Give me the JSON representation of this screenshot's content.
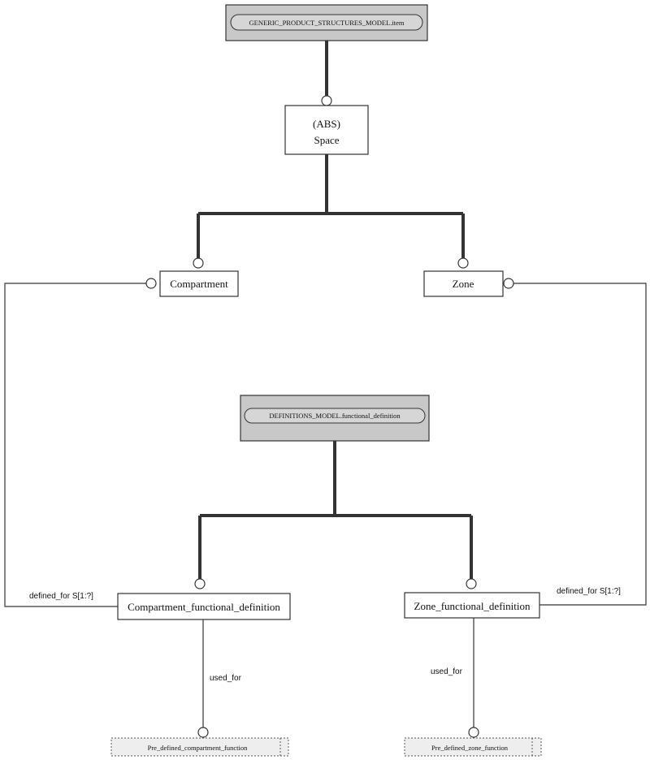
{
  "diagram": {
    "nodes": {
      "gps_item": {
        "label": "GENERIC_PRODUCT_STRUCTURES_MODEL.item"
      },
      "space": {
        "line1": "(ABS)",
        "line2": "Space"
      },
      "compartment": {
        "label": "Compartment"
      },
      "zone": {
        "label": "Zone"
      },
      "def_functional": {
        "label": "DEFINITIONS_MODEL.functional_definition"
      },
      "compartment_fd": {
        "label": "Compartment_functional_definition"
      },
      "zone_fd": {
        "label": "Zone_functional_definition"
      },
      "pre_comp": {
        "label": "Pre_defined_compartment_function"
      },
      "pre_zone": {
        "label": "Pre_defined_zone_function"
      }
    },
    "edges": {
      "comp_defined_for": {
        "label": "defined_for  S[1:?]"
      },
      "zone_defined_for": {
        "label": "defined_for  S[1:?]"
      },
      "comp_used_for": {
        "label": "used_for"
      },
      "zone_used_for": {
        "label": "used_for"
      }
    },
    "colors": {
      "shaded_box": "#c8c8c8",
      "line": "#333333",
      "background": "#ffffff"
    }
  }
}
